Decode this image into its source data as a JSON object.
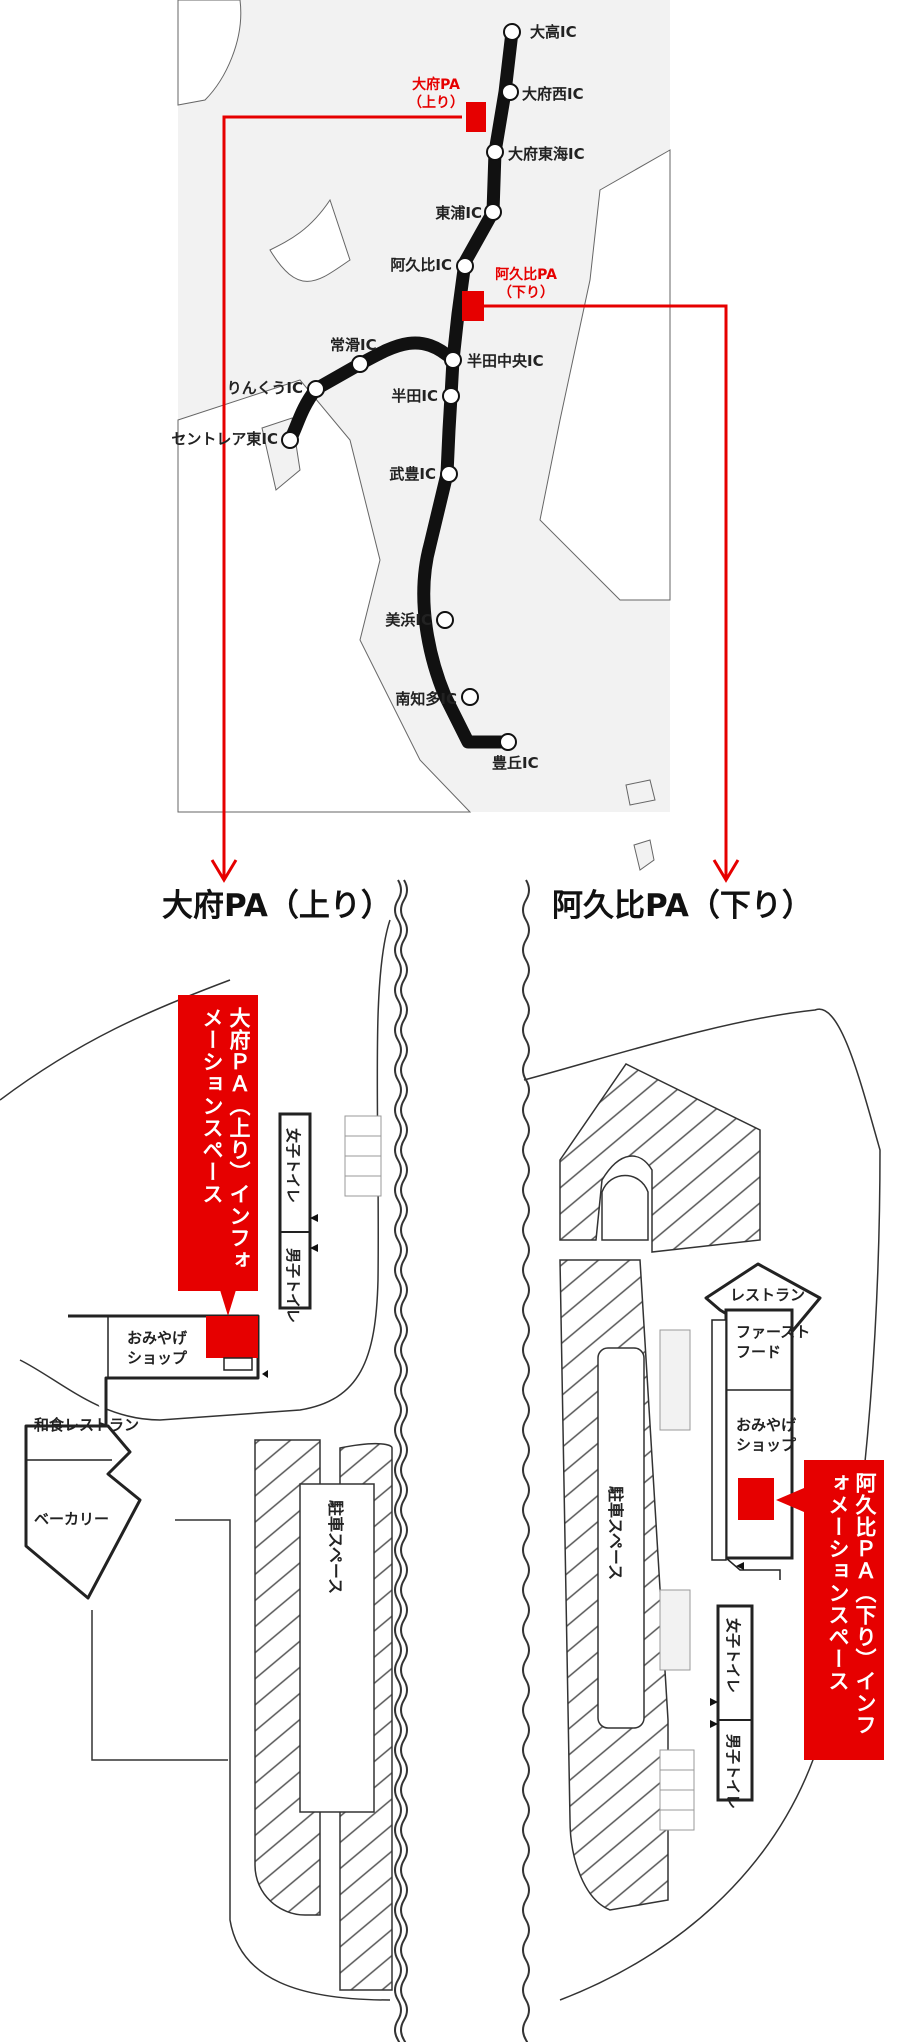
{
  "route_map": {
    "interchanges": [
      {
        "id": "otaka",
        "label": "大高IC"
      },
      {
        "id": "obu-nishi",
        "label": "大府西IC"
      },
      {
        "id": "obu-tokai",
        "label": "大府東海IC"
      },
      {
        "id": "higashiura",
        "label": "東浦IC"
      },
      {
        "id": "aguhi",
        "label": "阿久比IC"
      },
      {
        "id": "handa-chuo",
        "label": "半田中央IC"
      },
      {
        "id": "handa",
        "label": "半田IC"
      },
      {
        "id": "taketoyo",
        "label": "武豊IC"
      },
      {
        "id": "mihama",
        "label": "美浜IC"
      },
      {
        "id": "minamichita",
        "label": "南知多IC"
      },
      {
        "id": "toyooka",
        "label": "豊丘IC"
      },
      {
        "id": "tokoname",
        "label": "常滑IC"
      },
      {
        "id": "rinku",
        "label": "りんくうIC"
      },
      {
        "id": "centrair-higashi",
        "label": "セントレア東IC"
      }
    ],
    "parking_areas": {
      "obu": {
        "line1": "大府PA",
        "line2": "（上り）"
      },
      "aguhi": {
        "line1": "阿久比PA",
        "line2": "（下り）"
      }
    }
  },
  "obu_pa": {
    "title": "大府PA（上り）",
    "info_label": "大府ＰＡ（上り）インフォメーションスペース",
    "facilities": {
      "womens_toilet": "女子トイレ",
      "mens_toilet": "男子トイレ",
      "souvenir_line1": "おみやげ",
      "souvenir_line2": "ショップ",
      "japanese_restaurant": "和食レストラン",
      "bakery": "ベーカリー",
      "parking": "駐車スペース"
    }
  },
  "aguhi_pa": {
    "title": "阿久比PA（下り）",
    "info_label": "阿久比ＰＡ（下り）インフォメーションスペース",
    "facilities": {
      "restaurant": "レストラン",
      "fastfood_line1": "ファースト",
      "fastfood_line2": "フード",
      "souvenir_line1": "おみやげ",
      "souvenir_line2": "ショップ",
      "parking": "駐車スペース",
      "womens_toilet": "女子トイレ",
      "mens_toilet": "男子トイレ"
    }
  },
  "colors": {
    "accent": "#e60000",
    "land": "#f2f2f2",
    "road": "#111111",
    "line": "#222222"
  }
}
